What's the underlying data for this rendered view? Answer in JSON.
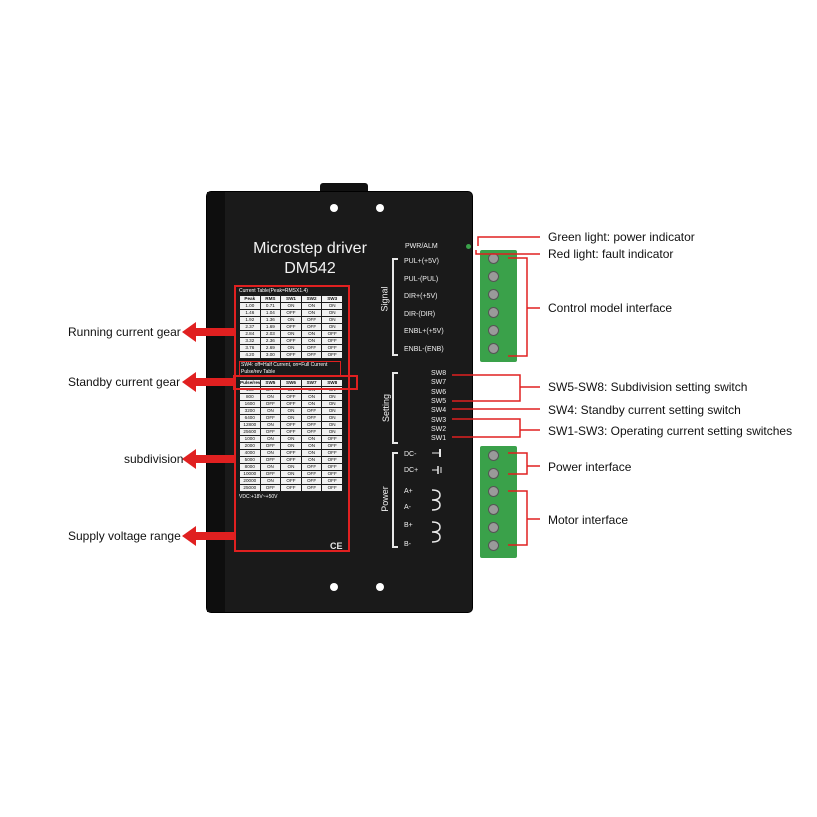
{
  "driver": {
    "title": "Microstep driver",
    "model": "DM542",
    "current_table_caption": "Current Table(Peak=RMSX1.4)",
    "current_headers": [
      "Peak",
      "RMS",
      "SW1",
      "SW2",
      "SW3"
    ],
    "current_rows": [
      [
        "1.00",
        "0.71",
        "ON",
        "ON",
        "ON"
      ],
      [
        "1.46",
        "1.04",
        "OFF",
        "ON",
        "ON"
      ],
      [
        "1.92",
        "1.36",
        "ON",
        "OFF",
        "ON"
      ],
      [
        "2.37",
        "1.69",
        "OFF",
        "OFF",
        "ON"
      ],
      [
        "2.84",
        "2.03",
        "ON",
        "ON",
        "OFF"
      ],
      [
        "3.32",
        "2.36",
        "OFF",
        "ON",
        "OFF"
      ],
      [
        "3.76",
        "2.69",
        "ON",
        "OFF",
        "OFF"
      ],
      [
        "4.20",
        "3.00",
        "OFF",
        "OFF",
        "OFF"
      ]
    ],
    "sw4_note": "SW4: off=Half Current, on=Full Current",
    "pulse_table_caption": "Pulse/rev Table",
    "pulse_headers": [
      "Pulse/rev",
      "SW5",
      "SW6",
      "SW7",
      "SW8"
    ],
    "pulse_rows": [
      [
        "400",
        "OFF",
        "ON",
        "ON",
        "ON"
      ],
      [
        "800",
        "ON",
        "OFF",
        "ON",
        "ON"
      ],
      [
        "1600",
        "OFF",
        "OFF",
        "ON",
        "ON"
      ],
      [
        "3200",
        "ON",
        "ON",
        "OFF",
        "ON"
      ],
      [
        "6400",
        "OFF",
        "ON",
        "OFF",
        "ON"
      ],
      [
        "12800",
        "ON",
        "OFF",
        "OFF",
        "ON"
      ],
      [
        "25600",
        "OFF",
        "OFF",
        "OFF",
        "ON"
      ],
      [
        "1000",
        "ON",
        "ON",
        "ON",
        "OFF"
      ],
      [
        "2000",
        "OFF",
        "ON",
        "ON",
        "OFF"
      ],
      [
        "4000",
        "ON",
        "OFF",
        "ON",
        "OFF"
      ],
      [
        "5000",
        "OFF",
        "OFF",
        "ON",
        "OFF"
      ],
      [
        "8000",
        "ON",
        "ON",
        "OFF",
        "OFF"
      ],
      [
        "10000",
        "OFF",
        "ON",
        "OFF",
        "OFF"
      ],
      [
        "20000",
        "ON",
        "OFF",
        "OFF",
        "OFF"
      ],
      [
        "25000",
        "OFF",
        "OFF",
        "OFF",
        "OFF"
      ]
    ],
    "vdc": "VDC:+18V~+50V",
    "ce_mark": "CE",
    "pwr_alm": "PWR/ALM",
    "signal_label": "Signal",
    "signal_pins": [
      "PUL+(+5V)",
      "PUL-(PUL)",
      "DIR+(+5V)",
      "DIR-(DIR)",
      "ENBL+(+5V)",
      "ENBL-(ENB)"
    ],
    "setting_label": "Setting",
    "switches": [
      "SW8",
      "SW7",
      "SW6",
      "SW5",
      "SW4",
      "SW3",
      "SW2",
      "SW1"
    ],
    "power_label": "Power",
    "power_pins": [
      "DC-",
      "DC+",
      "A+",
      "A-",
      "B+",
      "B-"
    ]
  },
  "annotations": {
    "left": [
      "Running current gear",
      "Standby current gear",
      "subdivision",
      "Supply voltage range"
    ],
    "right": {
      "green_light": "Green light: power indicator",
      "red_light": "Red light: fault indicator",
      "control": "Control model interface",
      "sw5_sw8": "SW5-SW8: Subdivision setting switch",
      "sw4": "SW4: Standby current setting switch",
      "sw1_sw3": "SW1-SW3: Operating current setting switches",
      "power": "Power interface",
      "motor": "Motor interface"
    }
  },
  "colors": {
    "body": "#1a1a1a",
    "accent_red": "#e02020",
    "terminal_green": "#3aa14a",
    "table_bg": "#f1f1f1"
  }
}
